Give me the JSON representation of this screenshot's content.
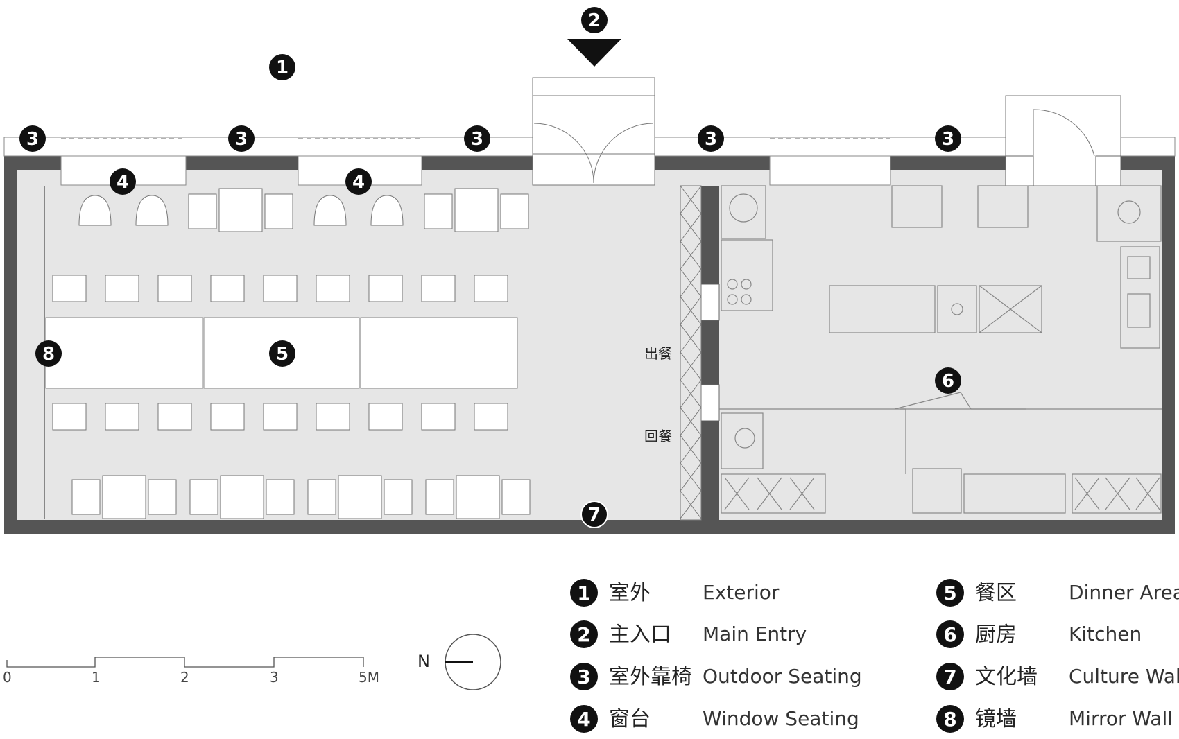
{
  "plan": {
    "pass_out_label": "出餐",
    "pass_back_label": "回餐"
  },
  "markers": [
    "1",
    "2",
    "3",
    "4",
    "5",
    "6",
    "7",
    "8"
  ],
  "legend": [
    {
      "num": "1",
      "zh": "室外",
      "en": "Exterior"
    },
    {
      "num": "2",
      "zh": "主入口",
      "en": "Main Entry"
    },
    {
      "num": "3",
      "zh": "室外靠椅",
      "en": "Outdoor Seating"
    },
    {
      "num": "4",
      "zh": "窗台",
      "en": "Window Seating"
    },
    {
      "num": "5",
      "zh": "餐区",
      "en": "Dinner Area"
    },
    {
      "num": "6",
      "zh": "厨房",
      "en": "Kitchen"
    },
    {
      "num": "7",
      "zh": "文化墙",
      "en": "Culture Wall"
    },
    {
      "num": "8",
      "zh": "镜墙",
      "en": "Mirror Wall"
    }
  ],
  "scale_bar": {
    "ticks": [
      "0",
      "1",
      "2",
      "3",
      "5M"
    ]
  },
  "north": {
    "label": "N"
  },
  "colors": {
    "wall": "#555555",
    "floor": "#e6e6e6",
    "marker": "#111111",
    "line": "#777777"
  }
}
